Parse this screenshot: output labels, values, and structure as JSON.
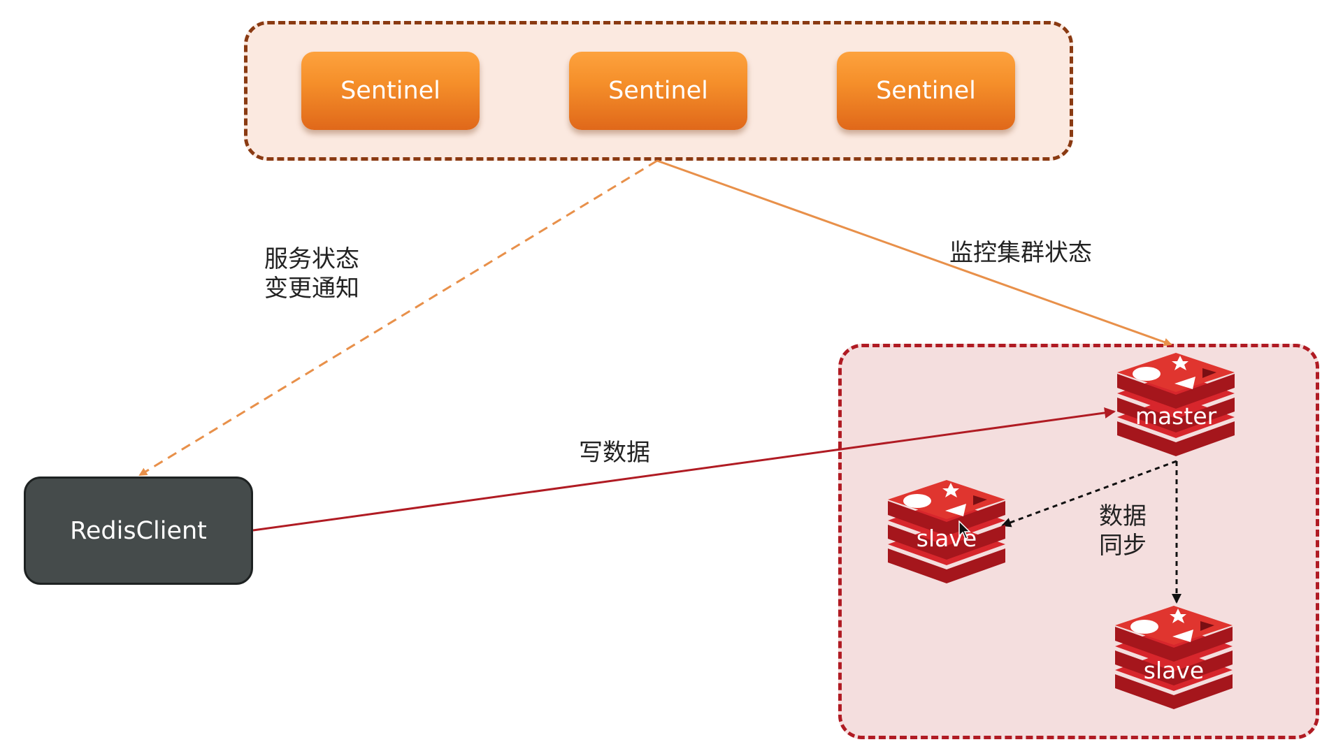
{
  "sentinels": [
    {
      "label": "Sentinel"
    },
    {
      "label": "Sentinel"
    },
    {
      "label": "Sentinel"
    }
  ],
  "client": {
    "label": "RedisClient"
  },
  "nodes": {
    "master": {
      "label": "master"
    },
    "slave_1": {
      "label": "slave"
    },
    "slave_2": {
      "label": "slave"
    }
  },
  "edges": {
    "notify": {
      "label": "服务状态\n变更通知",
      "color": "#e8904a",
      "style": "dashed"
    },
    "monitor": {
      "label": "监控集群状态",
      "color": "#e8904a",
      "style": "solid"
    },
    "write": {
      "label": "写数据",
      "color": "#b01b23",
      "style": "solid"
    },
    "sync": {
      "label": "数据\n同步",
      "color": "#111111",
      "style": "dotted"
    }
  },
  "colors": {
    "sentinel_fill": "#f58f2a",
    "sentinel_group_border": "#8a3a12",
    "sentinel_group_fill": "#fbe9e0",
    "redis_group_border": "#b01b23",
    "redis_group_fill": "#f4dede",
    "client_fill": "#454b4b",
    "redis_red": "#d7262c"
  },
  "icons": {
    "redis_node": "redis-stack-icon",
    "cursor": "mouse-pointer-icon"
  }
}
